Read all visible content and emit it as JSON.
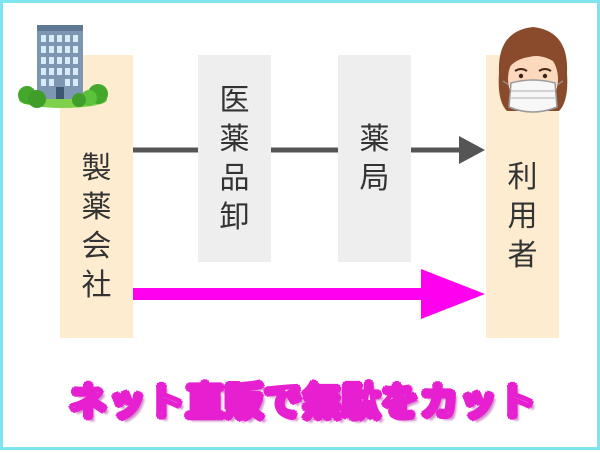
{
  "boxes": {
    "maker": {
      "chars": [
        "製",
        "薬",
        "会",
        "社"
      ]
    },
    "wholesale": {
      "chars": [
        "医",
        "薬",
        "品",
        "卸"
      ]
    },
    "pharmacy": {
      "chars": [
        "薬",
        "局"
      ]
    },
    "user": {
      "chars": [
        "利",
        "用",
        "者"
      ]
    }
  },
  "caption": "ネット直販で無駄をカット",
  "colors": {
    "border": "#7fe6ef",
    "maker_bg": "#fdecd0",
    "middle_bg": "#eeeeee",
    "direct_arrow": "#ff00ee",
    "chain_arrow": "#555555",
    "caption_stroke": "#e620d0"
  },
  "icons": [
    "office-building-icon",
    "woman-with-mask-icon"
  ]
}
